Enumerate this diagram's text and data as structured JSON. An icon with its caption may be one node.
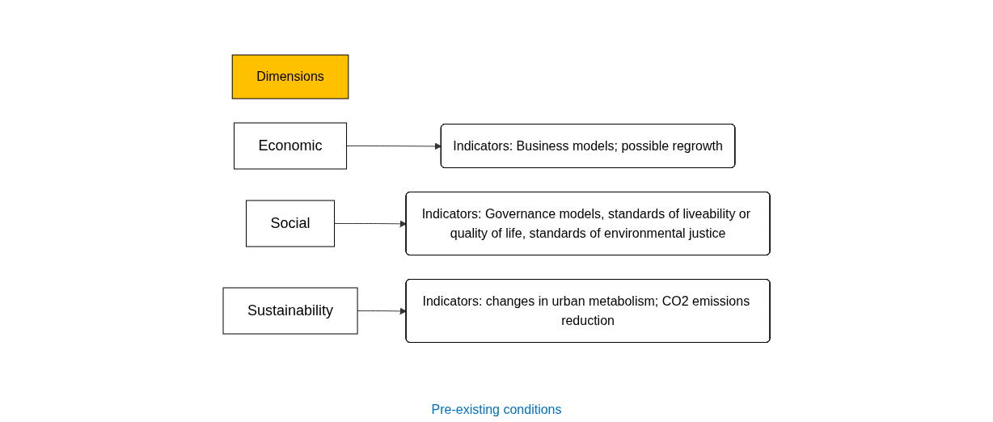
{
  "diagram": {
    "nodes": [
      {
        "text": [
          "Dimensions"
        ]
      },
      {
        "text": [
          "Economic"
        ]
      },
      {
        "text": [
          "Social"
        ]
      },
      {
        "text": [
          "Sustainability"
        ]
      },
      {
        "text": [
          "Indicators: Business models; possible regrowth"
        ]
      },
      {
        "text": [
          "Indicators: Governance models, standards of liveability or quality of life, standards of environmental justice"
        ]
      },
      {
        "text": [
          "Indicators: changes in urban metabolism; CO2 emissions reduction"
        ]
      }
    ],
    "edges": [
      {
        "from": 1,
        "to": 4,
        "arrow": "to"
      },
      {
        "from": 2,
        "to": 5,
        "arrow": "to"
      },
      {
        "from": 3,
        "to": 6,
        "arrow": "to"
      }
    ],
    "labels": [
      "Pre-existing conditions"
    ]
  }
}
